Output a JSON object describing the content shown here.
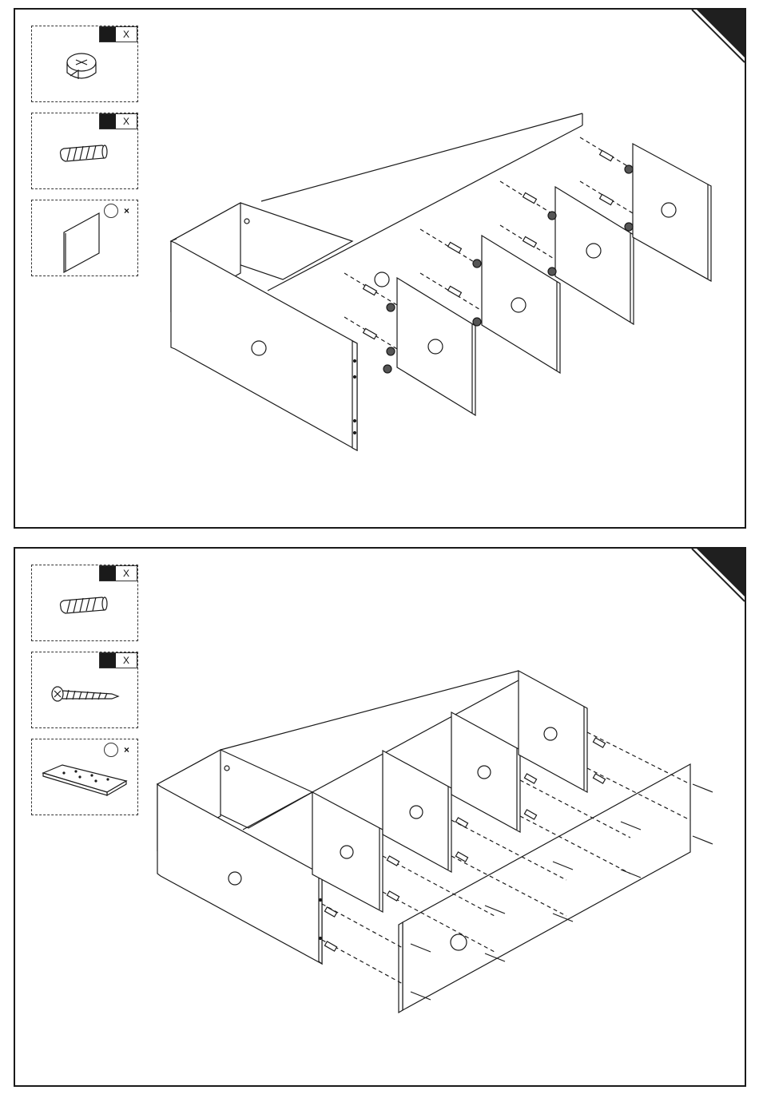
{
  "steps": [
    {
      "hardware": [
        {
          "icon": "cam-lock-icon",
          "quantity": "",
          "x_label": "X"
        },
        {
          "icon": "wooden-dowel-icon",
          "quantity": "",
          "x_label": "X"
        },
        {
          "icon": "shelf-panel-icon",
          "quantity": "",
          "x_label": "×"
        }
      ]
    },
    {
      "hardware": [
        {
          "icon": "wooden-dowel-icon",
          "quantity": "",
          "x_label": "X"
        },
        {
          "icon": "wood-screw-icon",
          "quantity": "",
          "x_label": "X"
        },
        {
          "icon": "back-board-panel-icon",
          "quantity": "",
          "x_label": "×"
        }
      ]
    }
  ]
}
